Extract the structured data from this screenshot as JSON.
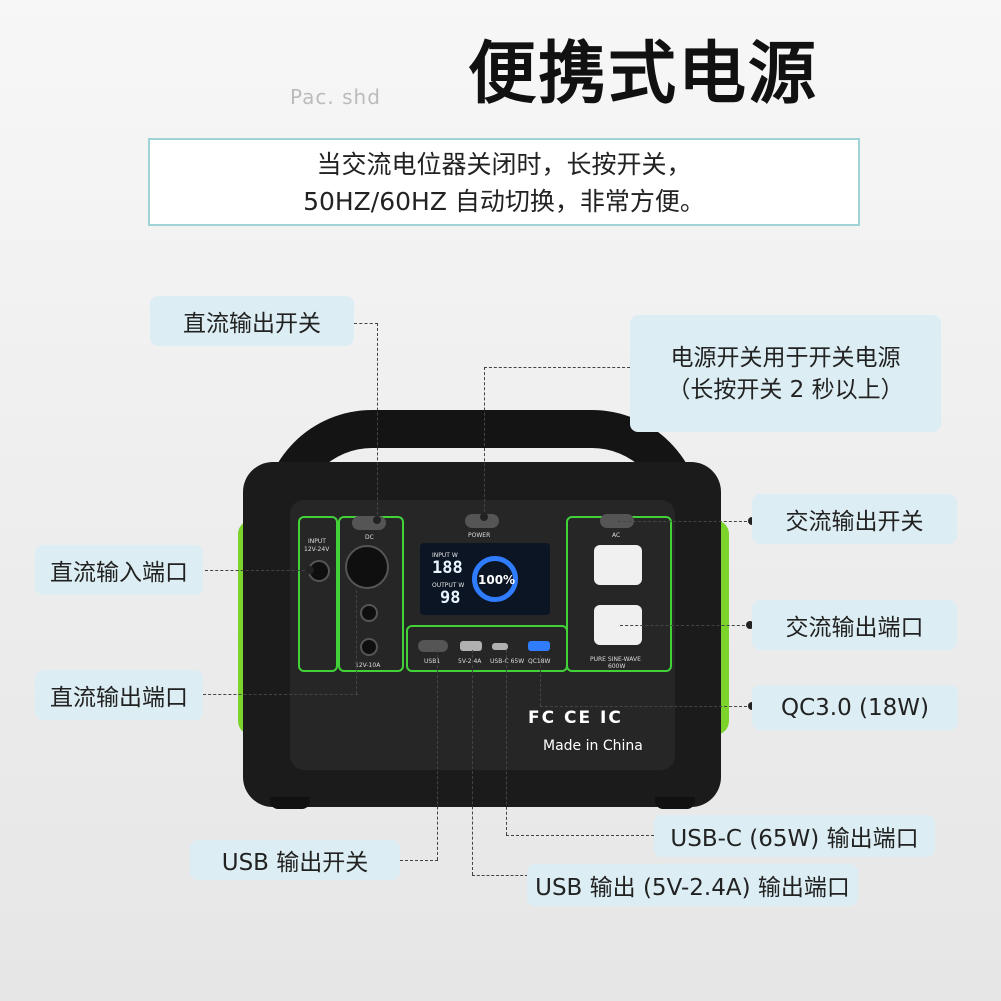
{
  "header": {
    "title": "便携式电源",
    "faint_text": "Pac. shd"
  },
  "intro": {
    "line1": "当交流电位器关闭时，长按开关，",
    "line2": "50HZ/60HZ 自动切换，非常方便。"
  },
  "callouts": {
    "dc_switch": "直流输出开关",
    "power_switch_line1": "电源开关用于开关电源",
    "power_switch_line2": "（长按开关 2 秒以上）",
    "dc_input": "直流输入端口",
    "ac_switch": "交流输出开关",
    "ac_port": "交流输出端口",
    "dc_output": "直流输出端口",
    "qc": "QC3.0 (18W)",
    "usbc": "USB-C (65W) 输出端口",
    "usb_switch": "USB 输出开关",
    "usb_out": "USB 输出 (5V-2.4A) 输出端口"
  },
  "device": {
    "input_label": "INPUT",
    "input_spec": "12V-24V",
    "dc_label": "DC",
    "dc_spec": "12V-10A",
    "power_label": "POWER",
    "ac_label": "AC",
    "ac_spec1": "PURE SINE-WAVE",
    "ac_spec2": "600W",
    "screen_input_label": "INPUT   W",
    "screen_input_value": "188",
    "screen_output_label": "OUTPUT   W",
    "screen_output_value": "98",
    "battery_percent": "100%",
    "usb1_label": "USB1",
    "usb2_label": "5V-2.4A",
    "usbc_label": "USB-C 65W",
    "qc_label": "QC18W",
    "certs": "FC CE IC",
    "made_in": "Made in China"
  },
  "colors": {
    "accent_green": "#43d13a",
    "callout_bg": "#dceef3",
    "intro_border": "#9fd3d6",
    "ring_blue": "#2f7cff"
  }
}
